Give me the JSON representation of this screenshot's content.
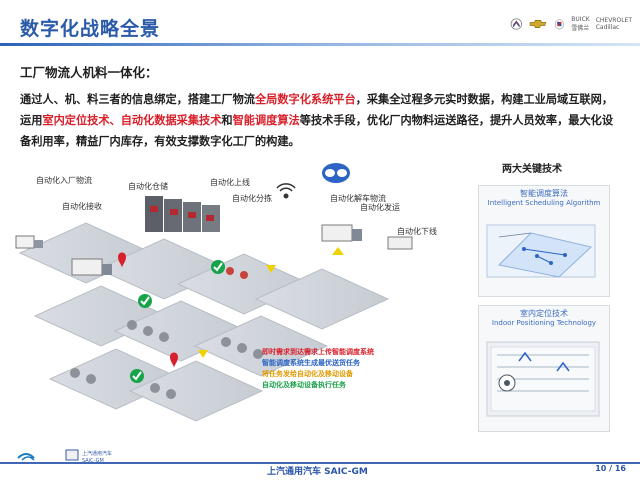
{
  "header": {
    "title": "数字化战略全景",
    "brand_words": [
      "BUICK",
      "雪佛兰",
      "CHEVROLET",
      "Cadillac"
    ]
  },
  "content": {
    "subtitle": "工厂物流人机料一体化：",
    "body_parts": [
      {
        "text": "通过人、机、料三者的信息绑定，搭建工厂物流",
        "color": "#1f1f1f"
      },
      {
        "text": "全局数字化系统平台",
        "color": "#d8202b"
      },
      {
        "text": "，采集全过程多元实时数据，构建工业局域互联网，运用",
        "color": "#1f1f1f"
      },
      {
        "text": "室内定位技术、自动化数据采集技术",
        "color": "#d8202b"
      },
      {
        "text": "和",
        "color": "#1f1f1f"
      },
      {
        "text": "智能调度算法",
        "color": "#d8202b"
      },
      {
        "text": "等技术手段，优化厂内物料运送路径，提升人员效率，最大化设备利用率，精益厂内库存，有效支撑数字化工厂的构建。",
        "color": "#1f1f1f"
      }
    ]
  },
  "diagram": {
    "labels": {
      "auto_inbound": "自动化入厂物流",
      "auto_receiving": "自动化接收",
      "auto_warehouse": "自动化仓储",
      "auto_sorting": "自动化分拣",
      "auto_online": "自动化上线",
      "auto_body": "自动化解车物流",
      "auto_shipping": "自动化发运",
      "auto_offline": "自动化下线"
    },
    "legend_lines": [
      {
        "text": "即时需求到达需求上传智能调度系统",
        "color": "#d8202b"
      },
      {
        "text": "智能调度系统生成最优送货任务",
        "color": "#2b64c7"
      },
      {
        "text": "将任务发给自动化及移动设备",
        "color": "#e39a00"
      },
      {
        "text": "自动化及移动设备执行任务",
        "color": "#19a24b"
      }
    ]
  },
  "right_panel": {
    "title": "两大关键技术",
    "card1": {
      "title": "智能调度算法",
      "subtitle": "Intelligent Scheduling Algorithm"
    },
    "card2": {
      "title": "室内定位技术",
      "subtitle": "Indoor Positioning Technology"
    }
  },
  "footer": {
    "brand": "上汽通用汽车 SAIC-GM",
    "page": "10 / 16",
    "left_logos": [
      "上汽通用汽车",
      "SAIC-GM"
    ]
  }
}
